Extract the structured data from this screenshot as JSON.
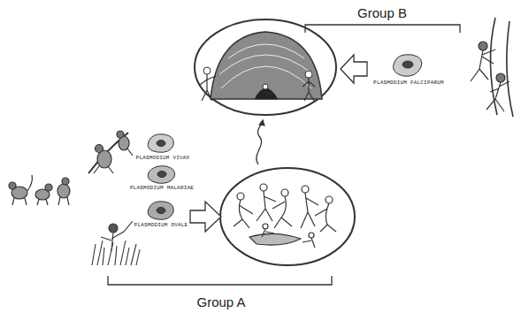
{
  "diagram": {
    "labels": [
      "Group B",
      "PLASMODIUM FALCIPARUM",
      "PLASMODIUM VIVAX",
      "PLASMODIUM MALARIAE",
      "PLASMODIUM OVALE",
      "Group A"
    ]
  }
}
